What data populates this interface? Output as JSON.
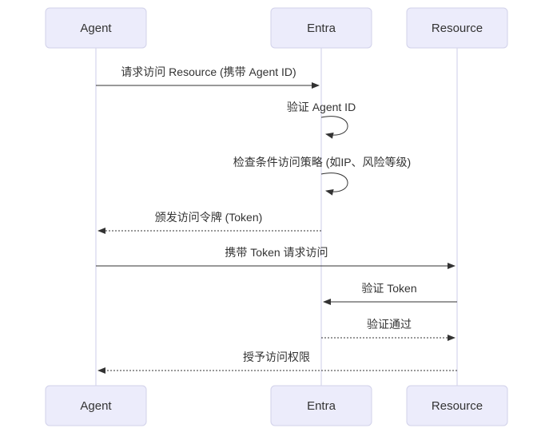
{
  "diagram": {
    "type": "sequence-diagram",
    "actors": [
      {
        "id": "agent",
        "label": "Agent"
      },
      {
        "id": "entra",
        "label": "Entra"
      },
      {
        "id": "resource",
        "label": "Resource"
      }
    ],
    "messages": [
      {
        "index": 1,
        "from": "Agent",
        "to": "Entra",
        "line": "solid",
        "text": "请求访问 Resource (携带 Agent ID)"
      },
      {
        "index": 2,
        "from": "Entra",
        "to": "Entra",
        "line": "self",
        "text": "验证 Agent ID"
      },
      {
        "index": 3,
        "from": "Entra",
        "to": "Entra",
        "line": "self",
        "text": "检查条件访问策略 (如IP、风险等级)"
      },
      {
        "index": 4,
        "from": "Entra",
        "to": "Agent",
        "line": "dashed",
        "text": "颁发访问令牌 (Token)"
      },
      {
        "index": 5,
        "from": "Agent",
        "to": "Resource",
        "line": "solid",
        "text": "携带 Token 请求访问"
      },
      {
        "index": 6,
        "from": "Resource",
        "to": "Entra",
        "line": "solid",
        "text": "验证 Token"
      },
      {
        "index": 7,
        "from": "Entra",
        "to": "Resource",
        "line": "dashed",
        "text": "验证通过"
      },
      {
        "index": 8,
        "from": "Resource",
        "to": "Agent",
        "line": "dashed",
        "text": "授予访问权限"
      }
    ],
    "colors": {
      "actor_fill": "#ECECFB",
      "actor_border": "#D2D2EA",
      "lifeline": "#CCCCEA",
      "line": "#333333",
      "text": "#333333",
      "background": "#FFFFFF"
    }
  }
}
